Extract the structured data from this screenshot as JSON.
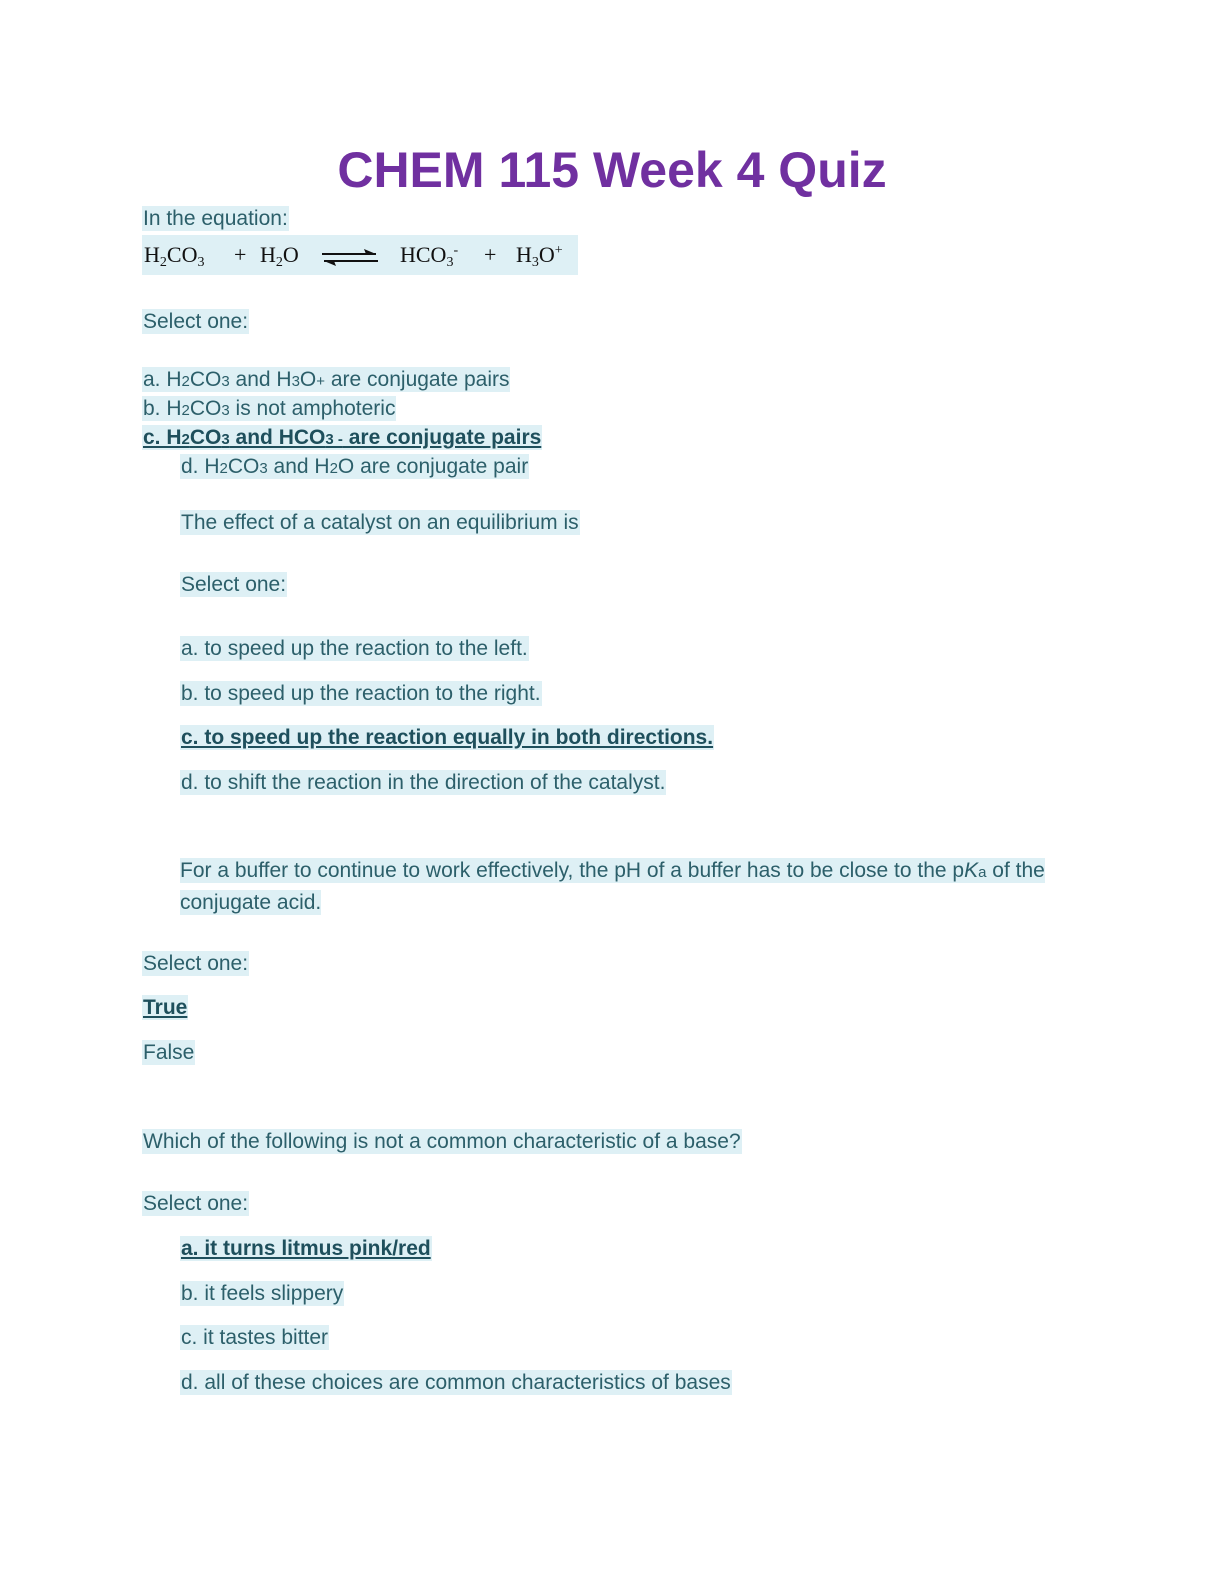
{
  "title": "CHEM 115 Week 4 Quiz",
  "q1": {
    "intro": "In the equation:",
    "equation": {
      "left1": "H",
      "l1s1": "2",
      "left1b": "CO",
      "l1s2": "3",
      "plus1": "+",
      "left2": "H",
      "l2s1": "2",
      "left2b": "O",
      "right1": "HCO",
      "r1s": "3",
      "r1c": "-",
      "plus2": "+",
      "right2": "H",
      "r2s": "3",
      "right2b": "O",
      "r2c": "+"
    },
    "select": "Select one:",
    "a": {
      "p1": "a. H",
      "s1": "2",
      "p2": "CO",
      "s2": "3",
      "p3": " and H",
      "s3": "3",
      "p4": "O",
      "s4": "+",
      "p5": " are conjugate pairs"
    },
    "b": {
      "p1": "b. H",
      "s1": "2",
      "p2": "CO",
      "s2": "3",
      "p3": " is not amphoteric"
    },
    "c": {
      "p1": "c. H",
      "s1": "2",
      "p2": "CO",
      "s2": "3",
      "p3": " and HCO",
      "s3": "3 -",
      "p4": " are conjugate pairs"
    },
    "d": {
      "p1": "d. H",
      "s1": "2",
      "p2": "CO",
      "s2": "3",
      "p3": " and H",
      "s3": "2",
      "p4": "O are conjugate pair"
    }
  },
  "q2": {
    "question": "The effect of a catalyst on an equilibrium is",
    "select": "Select one:",
    "options": [
      "a. to speed up the reaction to the left.",
      "b. to speed up the reaction to the right.",
      "c. to speed up the reaction equally in both directions.",
      "d. to shift the reaction in the direction of the catalyst."
    ]
  },
  "q3": {
    "p1": "For a buffer to continue to work effectively, the pH of a buffer has to be close to the p",
    "k": "K",
    "a": "a",
    "p2": " of the conjugate acid.",
    "select": "Select one:",
    "true_label": "True",
    "false_label": "False"
  },
  "q4": {
    "question": "Which of the following is not a common characteristic of a base?",
    "select": "Select one:",
    "options": [
      "a. it turns litmus pink/red",
      "b. it feels slippery",
      "c. it tastes bitter",
      "d. all of these choices are common characteristics of bases"
    ]
  }
}
